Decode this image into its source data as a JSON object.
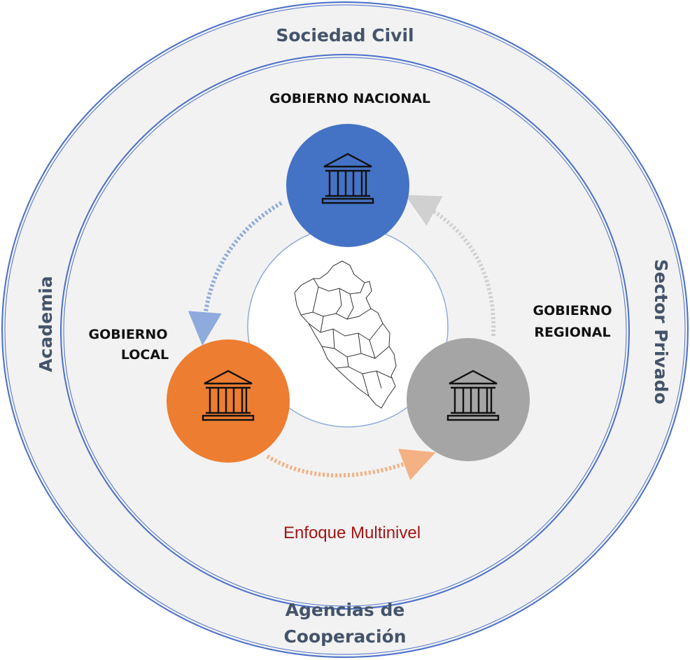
{
  "outer_ring": {
    "top_label": "Sociedad Civil",
    "left_label": "Academia",
    "right_label": "Sector Privado",
    "bottom_label_line1": "Agencias de",
    "bottom_label_line2": "Cooperación"
  },
  "nodes": {
    "nacional": {
      "label_line1": "GOBIERNO NACIONAL",
      "color": "#4472c4",
      "icon": "government-building-icon"
    },
    "local": {
      "label_line1": "GOBIERNO",
      "label_line2": "LOCAL",
      "color": "#ed7d31",
      "icon": "government-building-icon"
    },
    "regional": {
      "label_line1": "GOBIERNO",
      "label_line2": "REGIONAL",
      "color": "#a5a5a5",
      "icon": "government-building-icon"
    }
  },
  "center": {
    "icon": "peru-map-icon"
  },
  "approach_label": "Enfoque Multinivel",
  "colors": {
    "ring_fill": "#f2f2f2",
    "ring_stroke": "#4a6fc9",
    "text_primary": "#44546a",
    "arrow_blue": "#8faadc",
    "arrow_grey": "#d0d0d0",
    "arrow_orange": "#f4b183",
    "approach_text": "#a31515"
  }
}
